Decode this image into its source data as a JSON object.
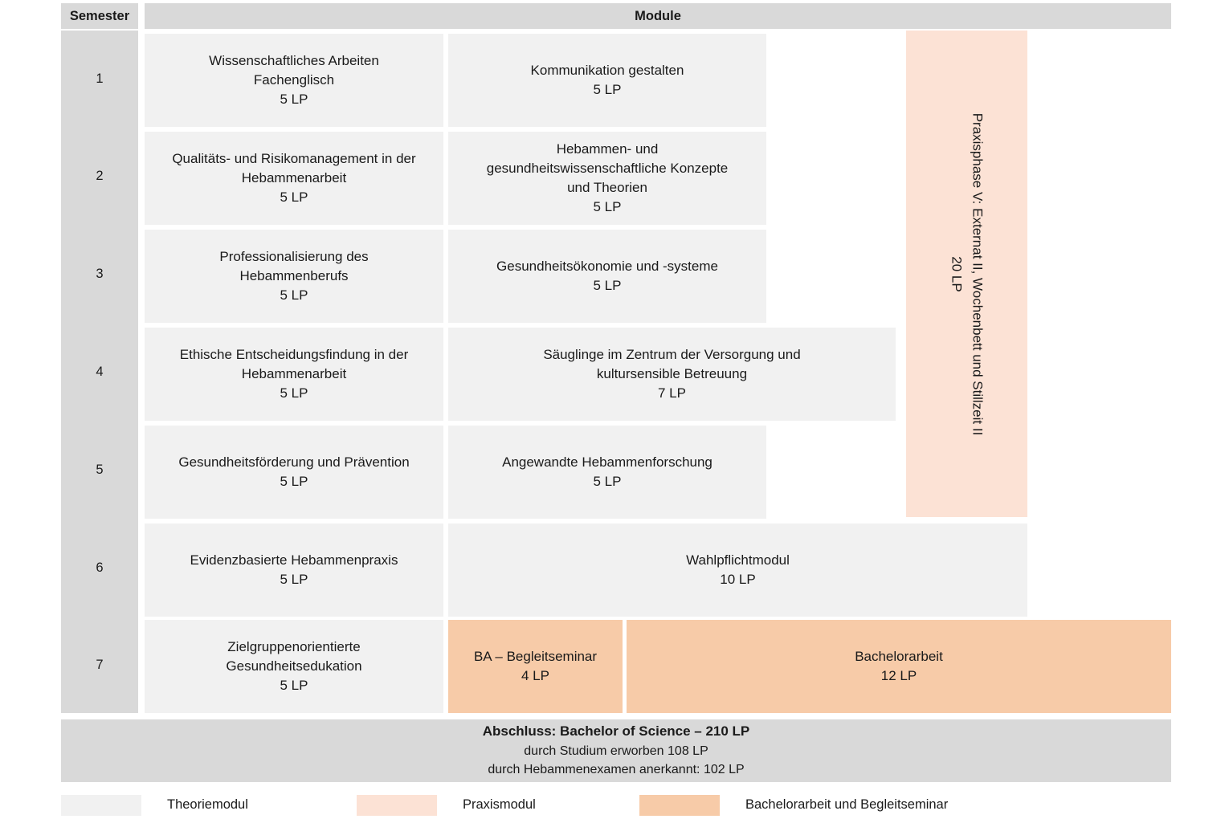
{
  "header": {
    "semester_label": "Semester",
    "module_label": "Module"
  },
  "semesters": [
    "1",
    "2",
    "3",
    "4",
    "5",
    "6",
    "7"
  ],
  "modules": [
    {
      "id": "wissenschaftliches-arbeiten",
      "title": "Wissenschaftliches Arbeiten\nFachenglisch",
      "lp": "5 LP",
      "type": "Theoriemodul",
      "semester": "1",
      "column": 1
    },
    {
      "id": "kommunikation-gestalten",
      "title": "Kommunikation gestalten",
      "lp": "5 LP",
      "type": "Theoriemodul",
      "semester": "1",
      "column": 2
    },
    {
      "id": "qualitaets-und-risikomanagement",
      "title": "Qualitäts- und Risikomanagement in der\nHebammenarbeit",
      "lp": "5 LP",
      "type": "Theoriemodul",
      "semester": "2",
      "column": 1
    },
    {
      "id": "hebammen-und-gesundheitswissenschaftliche-konzepte",
      "title": "Hebammen- und\ngesundheitswissenschaftliche Konzepte\nund Theorien",
      "lp": "5 LP",
      "type": "Theoriemodul",
      "semester": "2",
      "column": 2
    },
    {
      "id": "professionalisierung-hebammenberuf",
      "title": "Professionalisierung des\nHebammenberufs",
      "lp": "5 LP",
      "type": "Theoriemodul",
      "semester": "3",
      "column": 1
    },
    {
      "id": "gesundheitsoekonomie",
      "title": "Gesundheitsökonomie und -systeme",
      "lp": "5 LP",
      "type": "Theoriemodul",
      "semester": "3",
      "column": 2
    },
    {
      "id": "ethische-entscheidungsfindung",
      "title": "Ethische Entscheidungsfindung in der\nHebammenarbeit",
      "lp": "5 LP",
      "type": "Theoriemodul",
      "semester": "4",
      "column": 1
    },
    {
      "id": "saeuglinge-im-zentrum",
      "title": "Säuglinge im Zentrum der Versorgung und\nkultursensible Betreuung",
      "lp": "7 LP",
      "type": "Theoriemodul",
      "semester": "4",
      "column": 2
    },
    {
      "id": "gesundheitsfoerderung-praevention",
      "title": "Gesundheitsförderung und Prävention",
      "lp": "5 LP",
      "type": "Theoriemodul",
      "semester": "5",
      "column": 1
    },
    {
      "id": "angewandte-hebammenforschung",
      "title": "Angewandte Hebammenforschung",
      "lp": "5 LP",
      "type": "Theoriemodul",
      "semester": "5",
      "column": 2
    },
    {
      "id": "evidenzbasierte-hebammenpraxis",
      "title": "Evidenzbasierte Hebammenpraxis",
      "lp": "5 LP",
      "type": "Theoriemodul",
      "semester": "6",
      "column": 1
    },
    {
      "id": "wahlpflichtmodul",
      "title": "Wahlpflichtmodul",
      "lp": "10 LP",
      "type": "Theoriemodul",
      "semester": "6",
      "column": 2
    },
    {
      "id": "zielgruppenorientierte-gesundheitsedukation",
      "title": "Zielgruppenorientierte\nGesundheitsedukation",
      "lp": "5 LP",
      "type": "Theoriemodul",
      "semester": "7",
      "column": 1
    },
    {
      "id": "ba-begleitseminar",
      "title": "BA – Begleitseminar",
      "lp": "4 LP",
      "type": "Bachelorarbeit und Begleitseminar",
      "semester": "7",
      "column": 2
    },
    {
      "id": "bachelorarbeit",
      "title": "Bachelorarbeit",
      "lp": "12 LP",
      "type": "Bachelorarbeit und Begleitseminar",
      "semester": "7",
      "column": 3
    }
  ],
  "praxis_block": {
    "id": "praxisphase-v",
    "title": "Praxisphase V: Externat II, Wochenbett und Stillzeit II",
    "lp": "20 LP",
    "type": "Praxismodul",
    "orientation": "vertical",
    "spans_semesters": [
      "1",
      "2",
      "3",
      "4",
      "5"
    ]
  },
  "summary": {
    "title": "Abschluss: Bachelor of Science – 210 LP",
    "line2": "durch Studium erworben 108 LP",
    "line3": "durch Hebammenexamen anerkannt: 102 LP"
  },
  "legend": [
    {
      "label": "Theoriemodul",
      "color": "#f1f1f1"
    },
    {
      "label": "Praxismodul",
      "color": "#fce2d5"
    },
    {
      "label": "Bachelorarbeit und Begleitseminar",
      "color": "#f7cba8"
    }
  ],
  "colors": {
    "header_gray": "#d9d9d9",
    "theorie": "#f1f1f1",
    "praxis": "#fce2d5",
    "bachelorarbeit": "#f7cba8",
    "text": "#1a1a1a",
    "background": "#ffffff"
  }
}
